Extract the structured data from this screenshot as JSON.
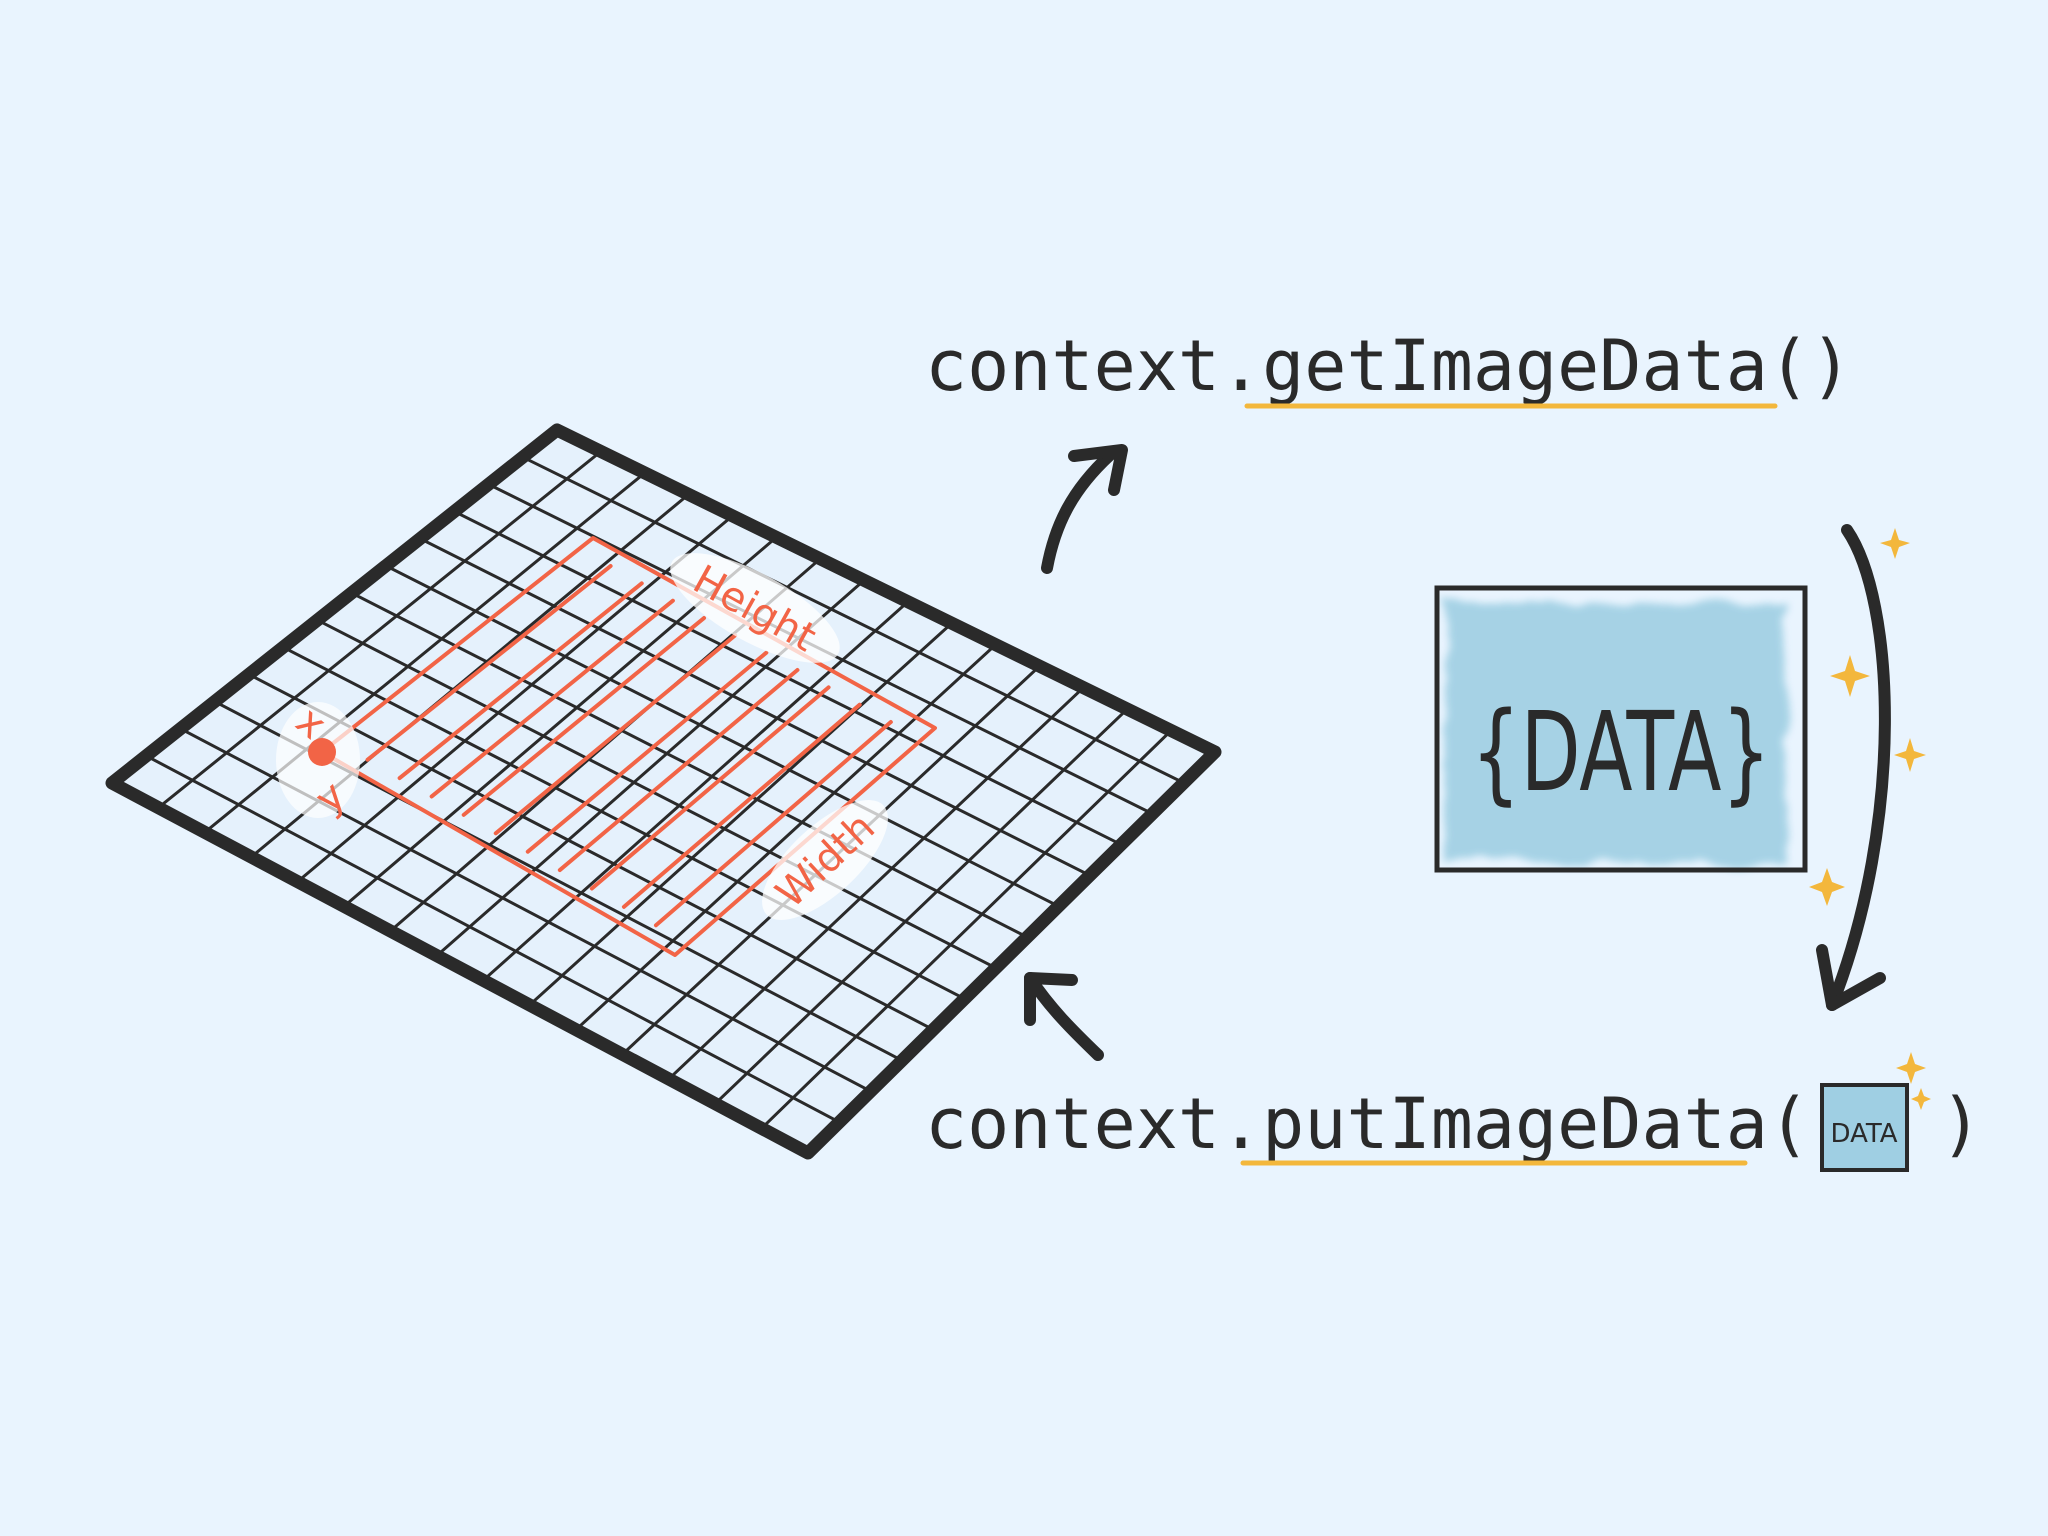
{
  "diagram": {
    "get_call": {
      "object": "context.",
      "method": "getImageData",
      "args": "()"
    },
    "put_call": {
      "object": "context.",
      "method": "putImageData",
      "open": "(",
      "close": ")"
    },
    "data_box": {
      "label": "{DATA}"
    },
    "small_data_label": "DATA",
    "region_labels": {
      "x": "x",
      "y": "y",
      "height": "Height",
      "width": "Width"
    },
    "colors": {
      "background": "#e9f4fe",
      "ink": "#2a2a2a",
      "region": "#f26446",
      "underline": "#f3b73c",
      "sparkle": "#f3b73c",
      "data_fill": "#9fcfe3"
    },
    "icons": [
      "sparkle-icon",
      "curved-arrow-icon"
    ]
  }
}
